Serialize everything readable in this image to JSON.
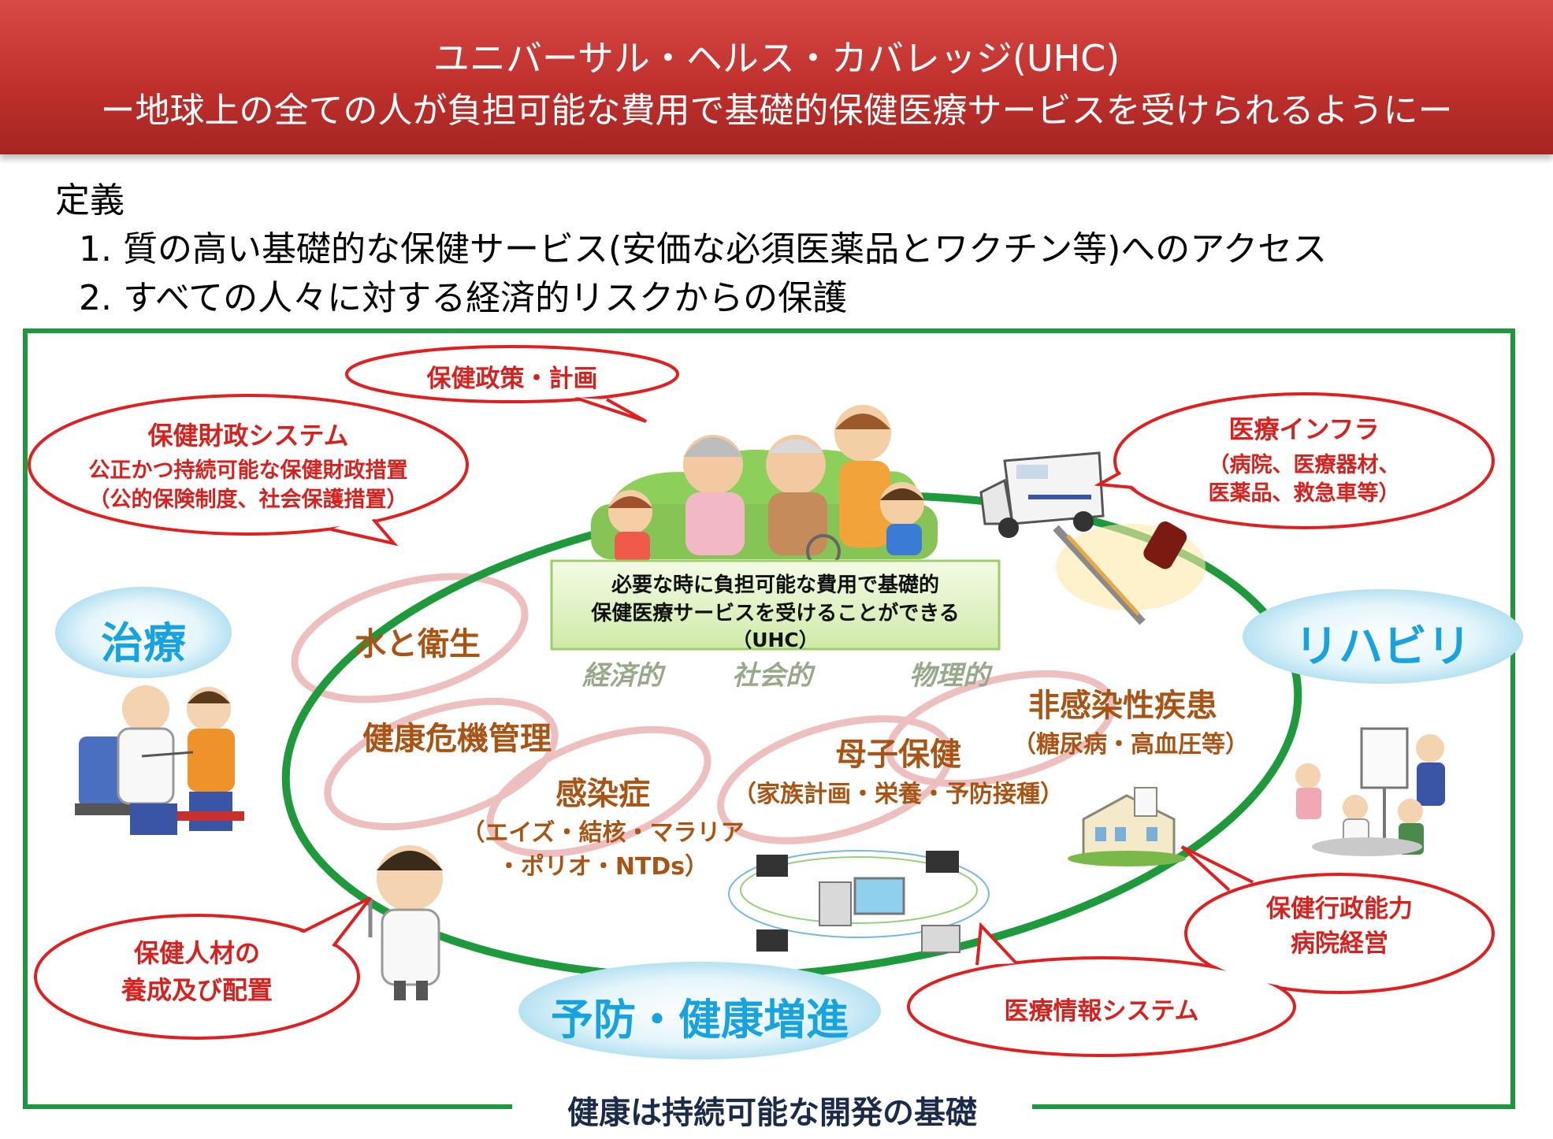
{
  "header": {
    "title": "ユニバーサル・ヘルス・カバレッジ(UHC)",
    "subtitle": "ー地球上の全ての人が負担可能な費用で基礎的保健医療サービスを受けられるようにー"
  },
  "definition": {
    "title": "定義",
    "items": [
      "1. 質の高い基礎的な保健サービス(安価な必須医薬品とワクチン等)へのアクセス",
      "2. すべての人々に対する経済的リスクからの保護"
    ]
  },
  "bubbles": {
    "policy": "保健政策・計画",
    "finance": {
      "title": "保健財政システム",
      "line1": "公正かつ持続可能な保健財政措置",
      "line2": "（公的保険制度、社会保護措置）"
    },
    "infra": {
      "title": "医療インフラ",
      "line1": "（病院、医療器材、",
      "line2": "医薬品、救急車等）"
    },
    "admin": {
      "line1": "保健行政能力",
      "line2": "病院経営"
    },
    "hr": {
      "line1": "保健人材の",
      "line2": "養成及び配置"
    },
    "info": "医療情報システム"
  },
  "center": {
    "line1": "必要な時に負担可能な費用で基礎的",
    "line2": "保健医療サービスを受けることができる",
    "line3": "（UHC）"
  },
  "access": [
    "経済的",
    "社会的",
    "物理的"
  ],
  "topics": {
    "water": "水と衛生",
    "crisis": "健康危機管理",
    "infection": {
      "title": "感染症",
      "line1": "（エイズ・結核・マラリア",
      "line2": "・ポリオ・NTDs）"
    },
    "mch": {
      "title": "母子保健",
      "sub": "（家族計画・栄養・予防接種）"
    },
    "ncd": {
      "title": "非感染性疾患",
      "sub": "（糖尿病・高血圧等）"
    }
  },
  "services": {
    "treatment": "治療",
    "rehab": "リハビリ",
    "prevention": "予防・健康増進"
  },
  "footer": "健康は持続可能な開発の基礎",
  "icons": [
    "family-illustration",
    "ambulance-icon",
    "medicine-icon",
    "doctor-patient-illustration",
    "rehab-meeting-illustration",
    "hospital-building-icon",
    "doctor-icon",
    "computer-network-icon"
  ],
  "colors": {
    "header": "#c0302c",
    "frame": "#1e9a3c",
    "bubble_border": "#e02020",
    "bubble_text": "#d6221e",
    "topic_text": "#a85414",
    "service_text": "#17a3df"
  }
}
